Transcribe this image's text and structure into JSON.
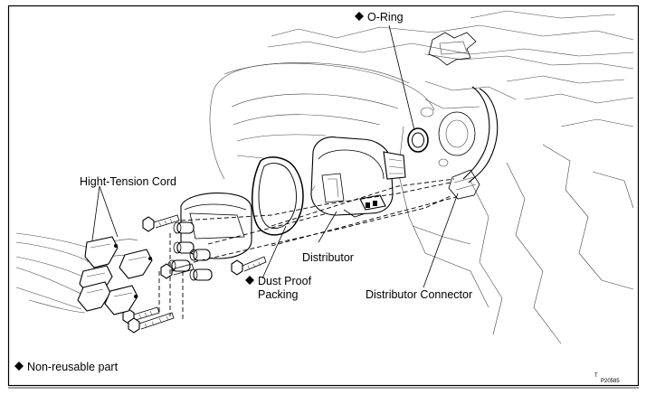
{
  "labels": {
    "o_ring": "O-Ring",
    "hight_tension_cord": "Hight-Tension Cord",
    "distributor": "Distributor",
    "dust_proof_line1": "Dust Proof",
    "dust_proof_line2": "Packing",
    "distributor_connector": "Distributor Connector",
    "non_reusable": "Non-reusable part"
  },
  "figure_code_prefix": "T",
  "figure_code": "P20585"
}
